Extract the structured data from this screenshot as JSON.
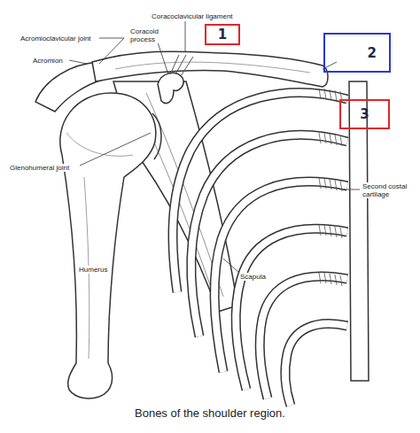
{
  "diagram": {
    "caption": "Bones of the shoulder region.",
    "nodes": [
      {
        "text": [
          "1"
        ]
      },
      {
        "text": [
          "2"
        ]
      },
      {
        "text": [
          "3"
        ]
      }
    ],
    "labels": [
      "Coracoclavicular ligament",
      "Acromioclavicular joint",
      "Coracoid process",
      "Acromion",
      "Glenohumeral joint",
      "Second costal cartilage",
      "Scapula",
      "Humerus"
    ]
  }
}
